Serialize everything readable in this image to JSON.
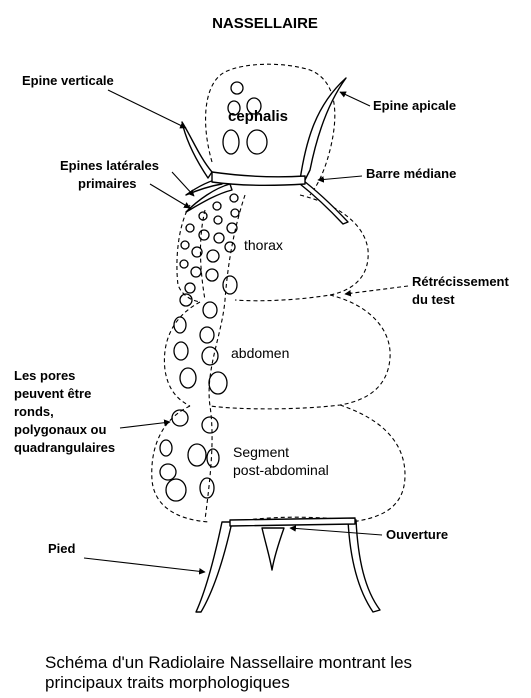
{
  "title": "NASSELLAIRE",
  "regions": {
    "cephalis": "cephalis",
    "thorax": "thorax",
    "abdomen": "abdomen",
    "segment_line1": "Segment",
    "segment_line2": "post-abdominal"
  },
  "labels": {
    "epine_verticale": "Epine verticale",
    "epine_apicale": "Epine apicale",
    "epines_laterales_line1": "Epines latérales",
    "epines_laterales_line2": "primaires",
    "barre_mediane": "Barre médiane",
    "retrecissement_line1": "Rétrécissement",
    "retrecissement_line2": "du test",
    "pores_line1": "Les pores",
    "pores_line2": "peuvent être",
    "pores_line3": "ronds,",
    "pores_line4": "polygonaux ou",
    "pores_line5": "quadrangulaires",
    "ouverture": "Ouverture",
    "pied": "Pied"
  },
  "caption": {
    "line1": "Schéma d'un Radiolaire Nassellaire montrant les",
    "line2": "principaux traits morphologiques"
  }
}
